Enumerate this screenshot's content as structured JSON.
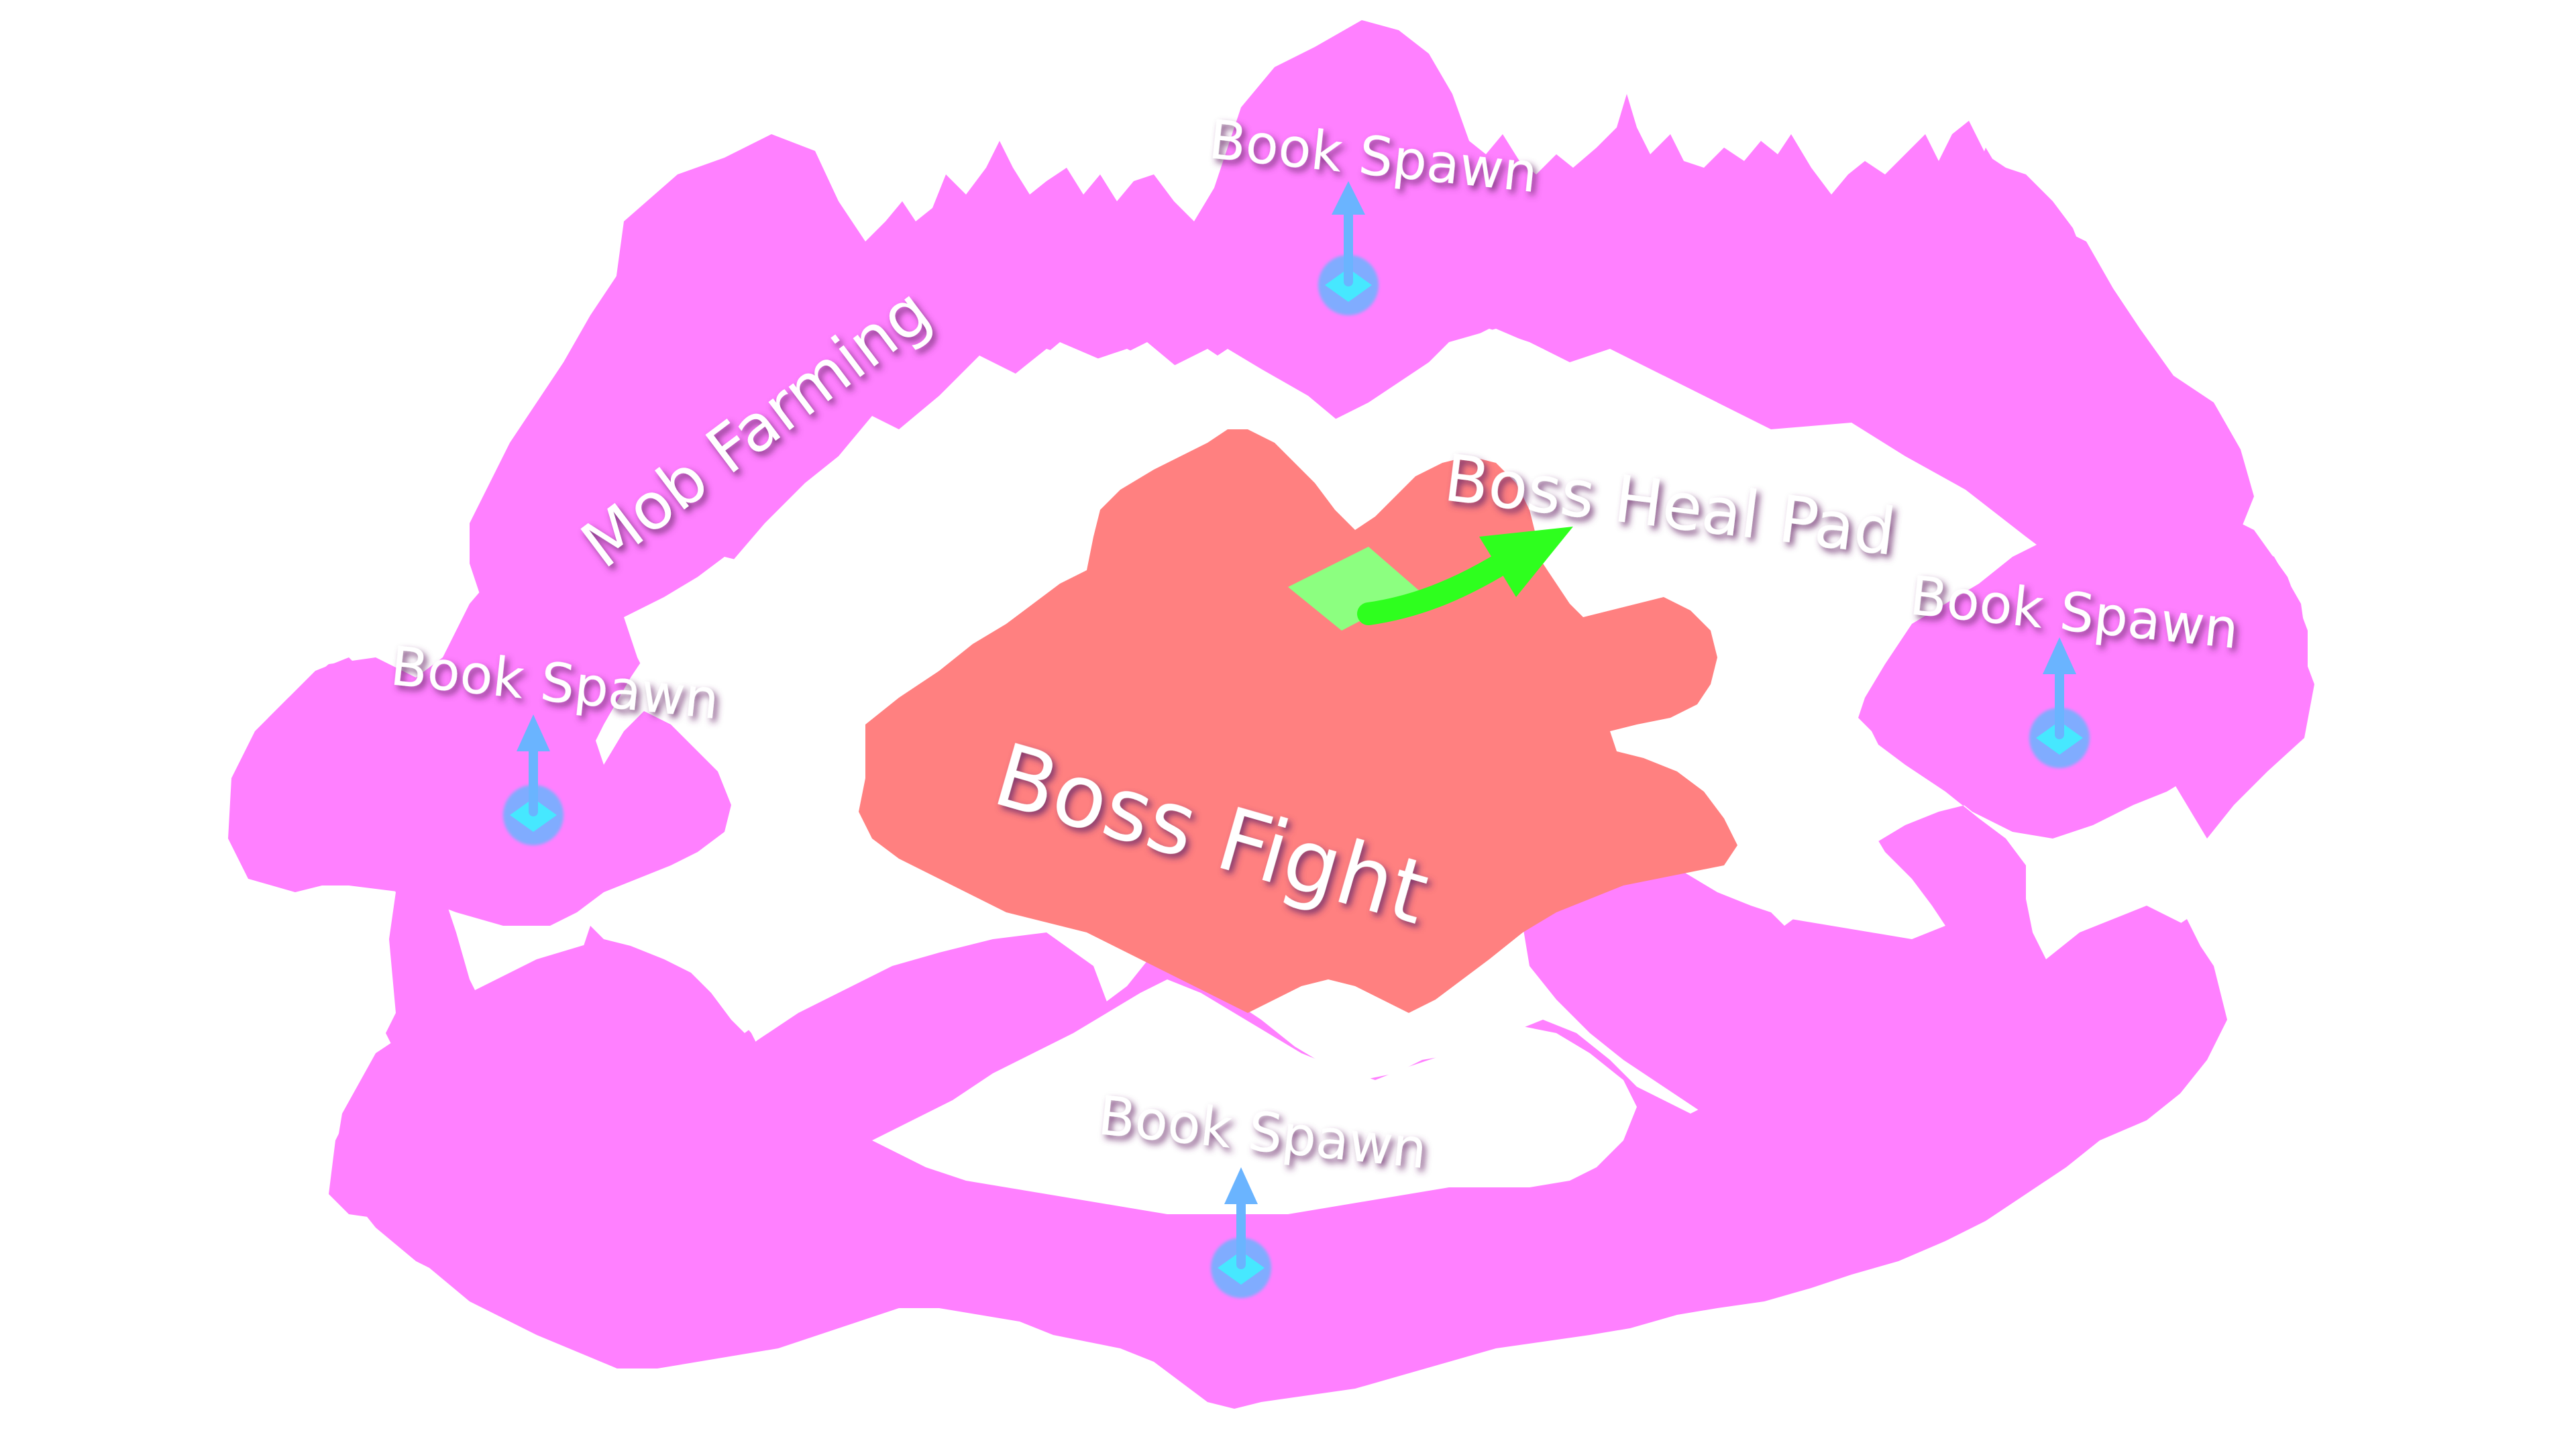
{
  "map": {
    "colors": {
      "background": "#ffffff",
      "mob_zone": "#ff80ff",
      "boss_zone": "#ff8080",
      "heal_pad": "#8cff80",
      "heal_arrow": "#2eff1e",
      "spawn_marker": "#6ab4ff",
      "spawn_core": "#46e8ff",
      "label_text": "#ffffff",
      "label_shadow": "#7a3a7a"
    },
    "labels": {
      "mob_farming": "Mob Farming",
      "boss_fight": "Boss Fight",
      "boss_heal_pad": "Boss Heal Pad"
    },
    "book_spawns": [
      {
        "label": "Book Spawn",
        "icon": "book-spawn-marker-icon"
      },
      {
        "label": "Book Spawn",
        "icon": "book-spawn-marker-icon"
      },
      {
        "label": "Book Spawn",
        "icon": "book-spawn-marker-icon"
      },
      {
        "label": "Book Spawn",
        "icon": "book-spawn-marker-icon"
      }
    ],
    "icons": {
      "heal_arrow": "arrow-icon",
      "heal_pad": "heal-pad-icon"
    }
  }
}
